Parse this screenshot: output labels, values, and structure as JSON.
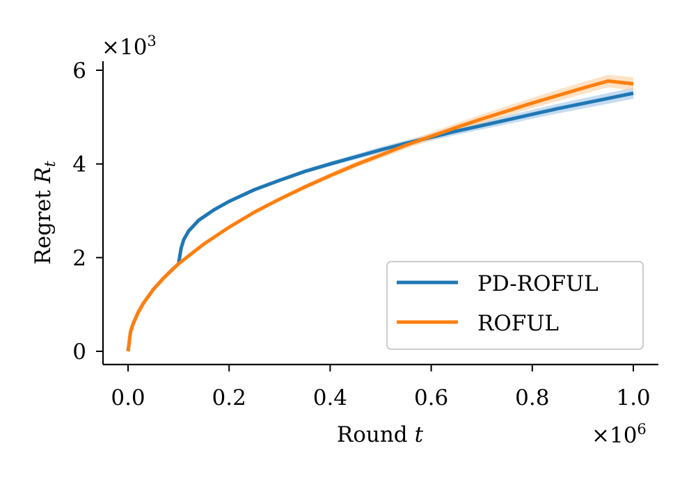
{
  "chart_data": {
    "type": "line",
    "xlabel": {
      "text": "Round",
      "var": "t"
    },
    "ylabel": {
      "text": "Regret",
      "var": "R",
      "sub": "t"
    },
    "x_offset_label": {
      "base": "×10",
      "exp": "6"
    },
    "y_offset_label": {
      "base": "×10",
      "exp": "3"
    },
    "xlim": [
      -0.05,
      1.05
    ],
    "ylim": [
      -0.3,
      6.2
    ],
    "x_ticks": [
      0.0,
      0.2,
      0.4,
      0.6,
      0.8,
      1.0
    ],
    "x_tick_labels": [
      "0.0",
      "0.2",
      "0.4",
      "0.6",
      "0.8",
      "1.0"
    ],
    "y_ticks": [
      0,
      2,
      4,
      6
    ],
    "y_tick_labels": [
      "0",
      "2",
      "4",
      "6"
    ],
    "grid": false,
    "legend_position": "lower-right",
    "series": [
      {
        "name": "PD-ROFUL",
        "color": "#1f77b4",
        "band_color": "#9fc5e8",
        "x": [
          0.0,
          0.005,
          0.01,
          0.02,
          0.03,
          0.05,
          0.07,
          0.09,
          0.1,
          0.105,
          0.11,
          0.12,
          0.14,
          0.17,
          0.2,
          0.25,
          0.3,
          0.35,
          0.4,
          0.45,
          0.5,
          0.55,
          0.6,
          0.65,
          0.7,
          0.75,
          0.8,
          0.85,
          0.9,
          0.95,
          1.0
        ],
        "y": [
          0.0,
          0.42,
          0.59,
          0.83,
          1.02,
          1.32,
          1.56,
          1.77,
          1.87,
          2.2,
          2.38,
          2.57,
          2.8,
          3.02,
          3.2,
          3.45,
          3.65,
          3.84,
          4.0,
          4.15,
          4.3,
          4.44,
          4.57,
          4.7,
          4.82,
          4.94,
          5.06,
          5.18,
          5.29,
          5.4,
          5.51
        ],
        "band": 0.12
      },
      {
        "name": "ROFUL",
        "color": "#ff7f0e",
        "band_color": "#ffcf9e",
        "x": [
          0.0,
          0.005,
          0.01,
          0.02,
          0.03,
          0.05,
          0.07,
          0.1,
          0.15,
          0.2,
          0.25,
          0.3,
          0.35,
          0.4,
          0.45,
          0.5,
          0.55,
          0.6,
          0.65,
          0.7,
          0.75,
          0.8,
          0.85,
          0.9,
          0.95,
          1.0
        ],
        "y": [
          0.0,
          0.42,
          0.59,
          0.83,
          1.02,
          1.32,
          1.56,
          1.87,
          2.29,
          2.65,
          2.97,
          3.25,
          3.51,
          3.75,
          3.98,
          4.19,
          4.4,
          4.59,
          4.78,
          4.96,
          5.13,
          5.3,
          5.46,
          5.62,
          5.77,
          5.71
        ],
        "band": 0.14
      }
    ]
  }
}
